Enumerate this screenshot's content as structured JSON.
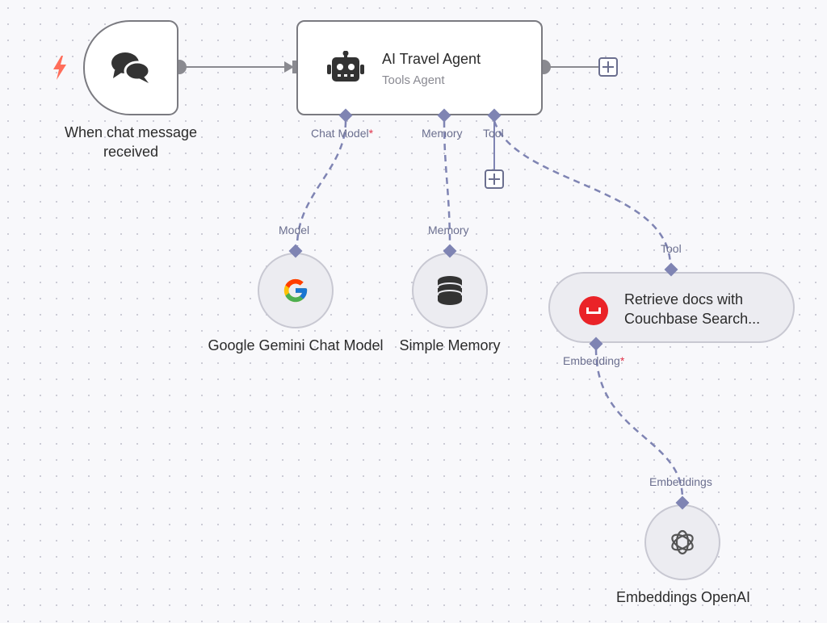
{
  "nodes": {
    "trigger": {
      "label": "When chat message received",
      "icon": "chat-bubbles-icon"
    },
    "agent": {
      "title": "AI Travel Agent",
      "subtitle": "Tools Agent",
      "icon": "robot-icon"
    },
    "gemini": {
      "label": "Google Gemini Chat Model",
      "icon": "google-g-icon"
    },
    "memory": {
      "label": "Simple Memory",
      "icon": "database-icon"
    },
    "couchbase": {
      "label": "Retrieve docs with Couchbase Search...",
      "icon": "couchbase-icon"
    },
    "openai": {
      "label": "Embeddings OpenAI",
      "icon": "openai-icon"
    }
  },
  "ports": {
    "agent_chat_model": "Chat Model",
    "agent_memory": "Memory",
    "agent_tool": "Tool",
    "gemini_model": "Model",
    "memory_memory": "Memory",
    "couchbase_tool": "Tool",
    "couchbase_embedding": "Embedding",
    "openai_embeddings": "Embeddings"
  },
  "required_marker": "*",
  "colors": {
    "connection": "#7f84b3",
    "trigger_bolt": "#ff6d5a",
    "couchbase_red": "#ea2328",
    "node_border": "#7a7a80"
  }
}
